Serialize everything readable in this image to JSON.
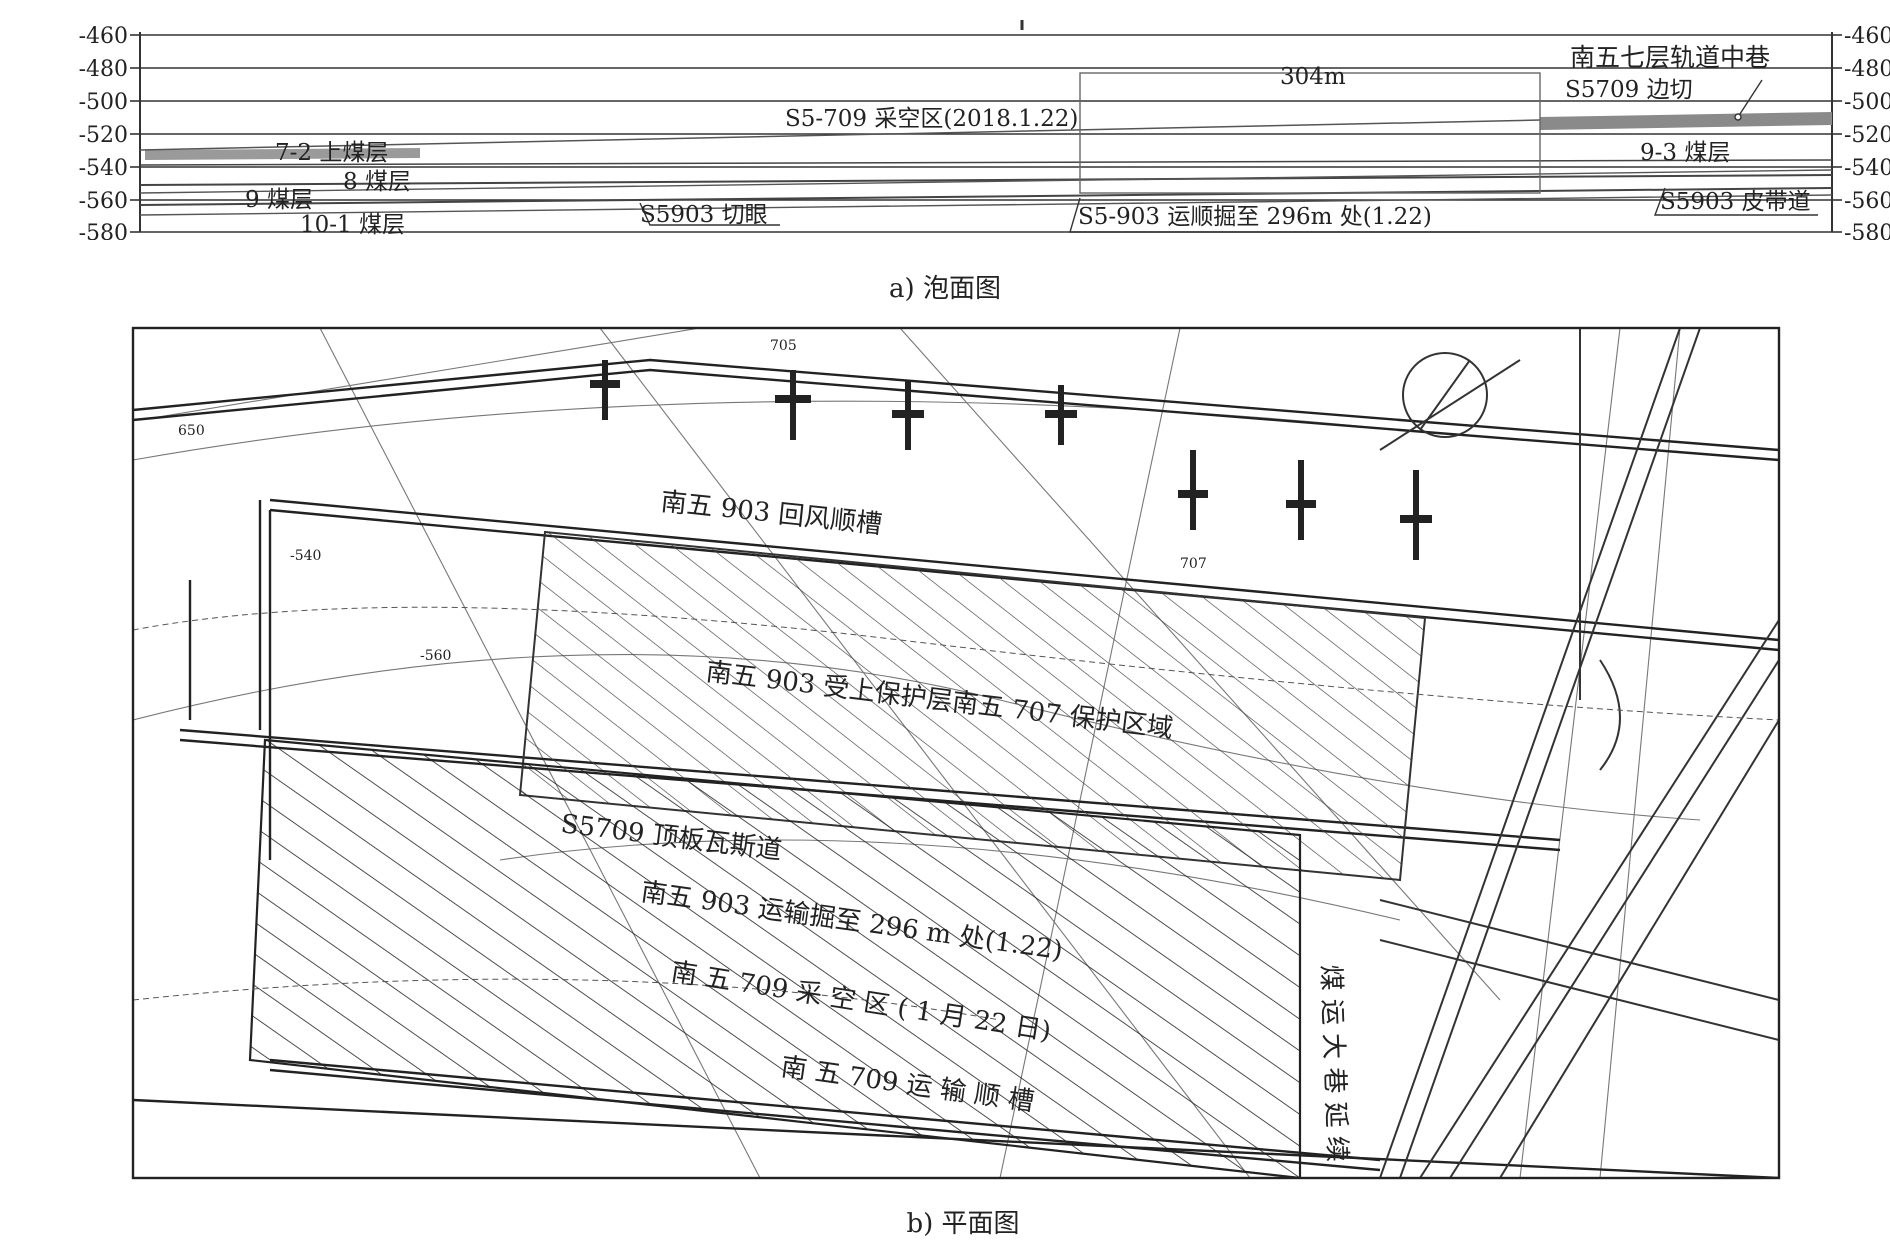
{
  "section": {
    "y_ticks": [
      "-460",
      "-480",
      "-500",
      "-520",
      "-540",
      "-560",
      "-580"
    ],
    "labels": {
      "l304": "304m",
      "track": "南五七层轨道中巷",
      "edge": "S5709 边切",
      "goaf": "S5-709 采空区(2018.1.22)",
      "seam72": "7-2 上煤层",
      "seam8": "8 煤层",
      "seam9": "9 煤层",
      "seam101": "10-1 煤层",
      "seam93": "9-3 煤层",
      "cut": "S5903 切眼",
      "haul": "S5-903 运顺掘至 296m 处(1.22)",
      "belt": "S5903 皮带道"
    },
    "caption": "a) 泡面图"
  },
  "plan": {
    "labels": {
      "return": "南五 903 回风顺槽",
      "protect": "南五 903 受上保护层南五 707 保护区域",
      "gas": "S5709 顶板瓦斯道",
      "haul": "南五 903 运输掘至 296 m 处(1.22)",
      "goaf": "南 五 709 采 空 区 ( 1 月 22 日)",
      "transport": "南 五 709 运 输 顺 槽",
      "coal": "煤 运 大 巷 延 续",
      "n705": "705",
      "n707": "707",
      "n650": "650",
      "m540": "-540",
      "m560": "-560"
    },
    "caption": "b) 平面图"
  }
}
